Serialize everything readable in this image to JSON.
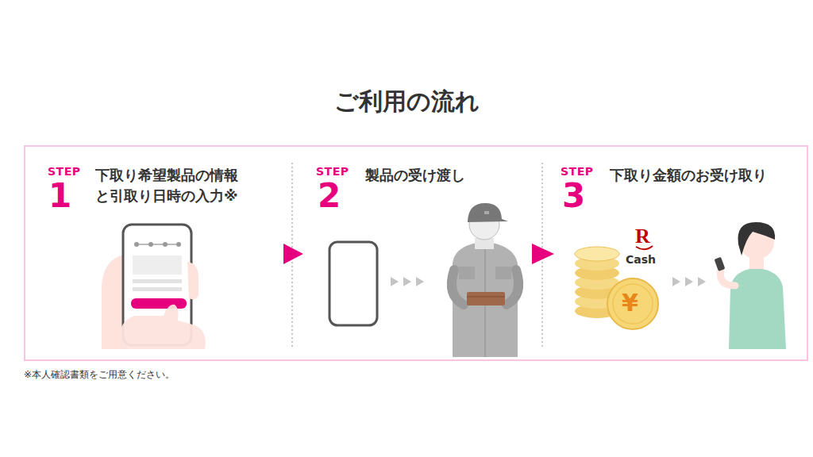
{
  "diagram": {
    "title": "ご利用の流れ",
    "nodes": [
      {
        "text": [
          "STEP",
          "1",
          "下取り希望製品の情報 と引取り日時の入力※"
        ]
      },
      {
        "text": [
          "STEP",
          "2",
          "製品の受け渡し"
        ]
      },
      {
        "text": [
          "STEP",
          "3",
          "下取り金額のお受け取り"
        ]
      }
    ],
    "edges": [
      {
        "from": 0,
        "to": 1,
        "arrow": "to"
      },
      {
        "from": 1,
        "to": 2,
        "arrow": "to"
      }
    ],
    "labels": [
      "R",
      "Cash",
      "¥",
      "※本人確認書類をご用意ください。"
    ]
  }
}
